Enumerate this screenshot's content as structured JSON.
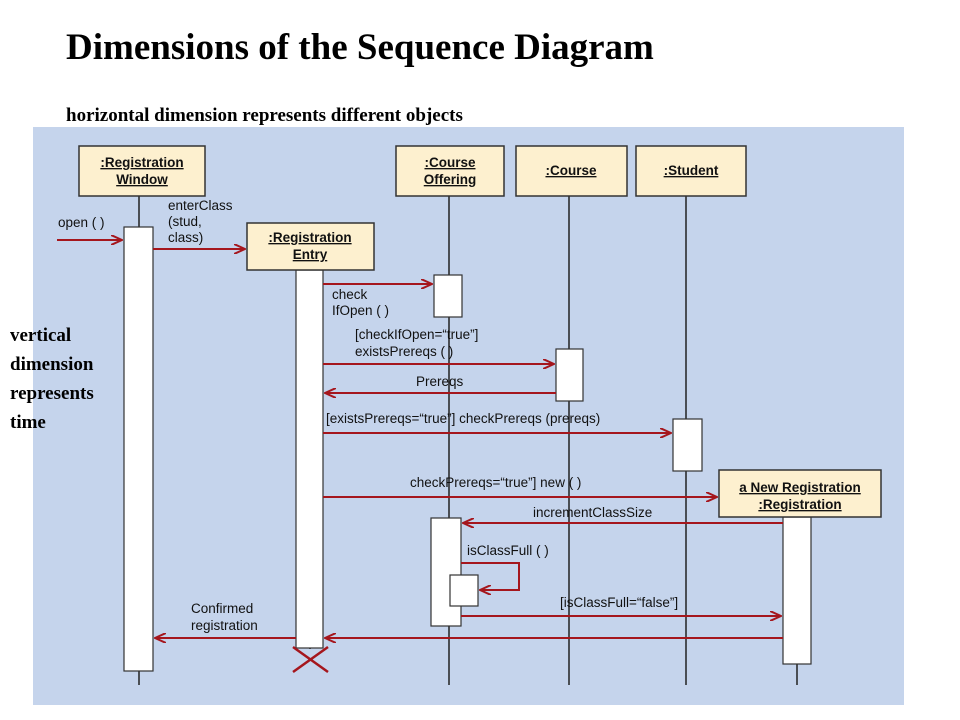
{
  "title": "Dimensions of the Sequence Diagram",
  "subtitle": "horizontal dimension represents different objects",
  "vertical_label": [
    "vertical",
    "dimension",
    "represents",
    "time"
  ],
  "objects": [
    [
      "",
      ":Registration",
      "Window"
    ],
    [
      "",
      ":Registration",
      "Entry"
    ],
    [
      "",
      ":Course",
      "Offering"
    ],
    [
      "",
      "",
      ":Course"
    ],
    [
      "",
      "",
      ":Student"
    ],
    [
      "",
      "a New Registration",
      ":Registration"
    ]
  ],
  "messages": [
    [
      "open ( )",
      ""
    ],
    [
      "enterClass",
      "(stud,",
      "class)"
    ],
    [
      "check",
      "IfOpen ( )"
    ],
    [
      "[checkIfOpen=“true”]",
      "existsPrereqs ( )"
    ],
    [
      "Prereqs"
    ],
    [
      "[existsPrereqs=“true”] checkPrereqs (prereqs)"
    ],
    [
      "checkPrereqs=“true”] new ( )"
    ],
    [
      "incrementClassSize"
    ],
    [
      "isClassFull ( )"
    ],
    [
      "[isClassFull=“false”]"
    ],
    [
      "Confirmed",
      "registration"
    ]
  ],
  "colors": {
    "diagram_background": "#c5d4ec",
    "object_box": "#fdf0cf",
    "arrow": "#a5161d"
  }
}
